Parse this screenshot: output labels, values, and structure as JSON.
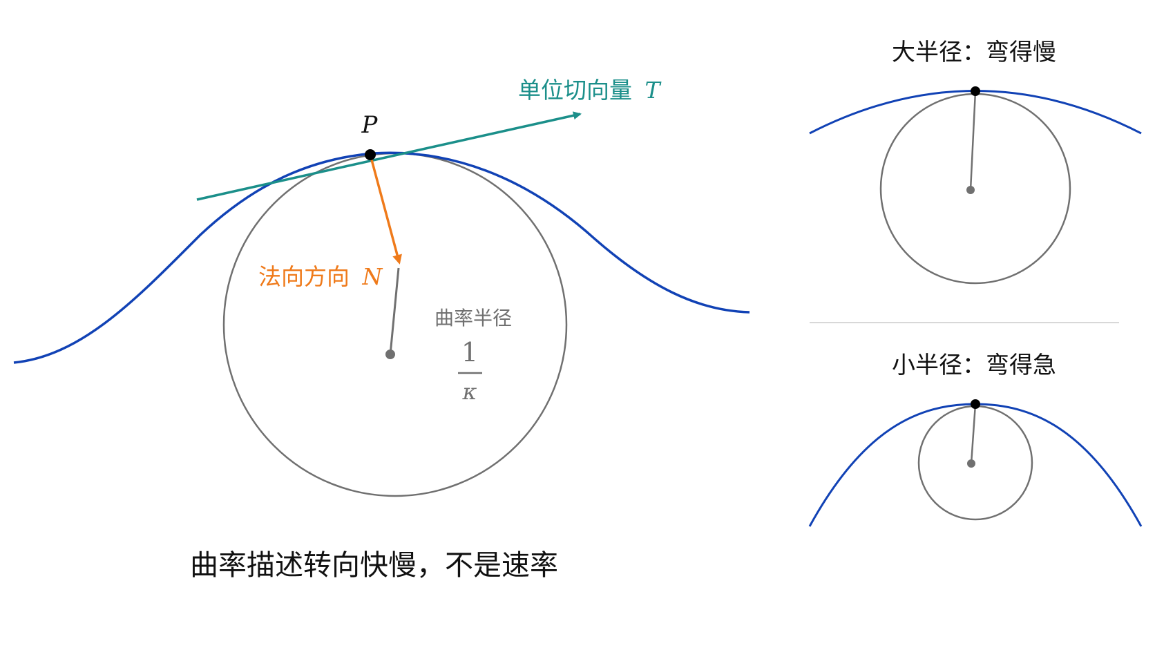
{
  "main_diagram": {
    "point_label": "P",
    "tangent_label_text": "单位切向量",
    "tangent_label_symbol": "T",
    "normal_label_text": "法向方向",
    "normal_label_symbol": "N",
    "radius_label": "曲率半径",
    "radius_numerator": "1",
    "radius_denominator": "κ",
    "caption": "曲率描述转向快慢，不是速率"
  },
  "panels": [
    {
      "title": "大半径：弯得慢",
      "radius_type": "large"
    },
    {
      "title": "小半径：弯得急",
      "radius_type": "small"
    }
  ],
  "colors": {
    "curve": "#1142b5",
    "tangent": "#1b8f8a",
    "normal": "#ef7a1a",
    "circle": "#707070",
    "point": "#000000",
    "center": "#707070",
    "divider": "#d8d8d8",
    "text": "#111111",
    "gray_text": "#707070"
  }
}
